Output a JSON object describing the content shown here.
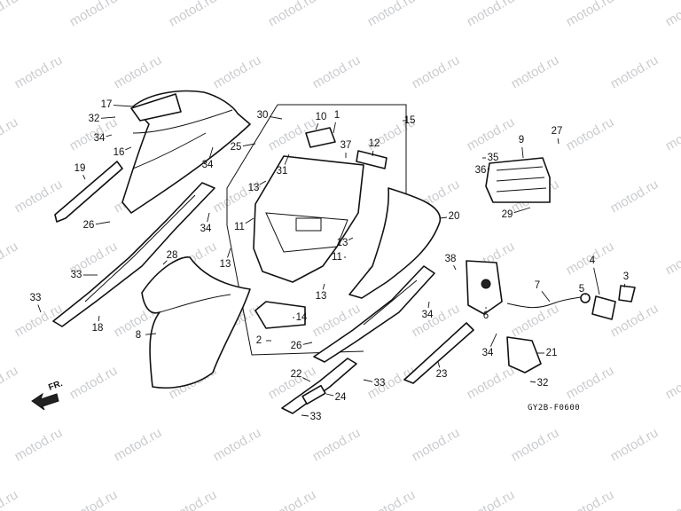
{
  "watermark": "motod.ru",
  "diagram_code": "GY2B-F0600",
  "direction_label": "FR.",
  "callouts": [
    "1",
    "2",
    "3",
    "4",
    "5",
    "6",
    "7",
    "8",
    "9",
    "10",
    "11",
    "11",
    "12",
    "13",
    "13",
    "13",
    "13",
    "14",
    "15",
    "16",
    "17",
    "18",
    "19",
    "20",
    "21",
    "22",
    "23",
    "24",
    "25",
    "26",
    "26",
    "27",
    "28",
    "29",
    "30",
    "31",
    "32",
    "32",
    "33",
    "33",
    "33",
    "33",
    "34",
    "34",
    "34",
    "34",
    "34",
    "35",
    "36",
    "37",
    "38"
  ]
}
